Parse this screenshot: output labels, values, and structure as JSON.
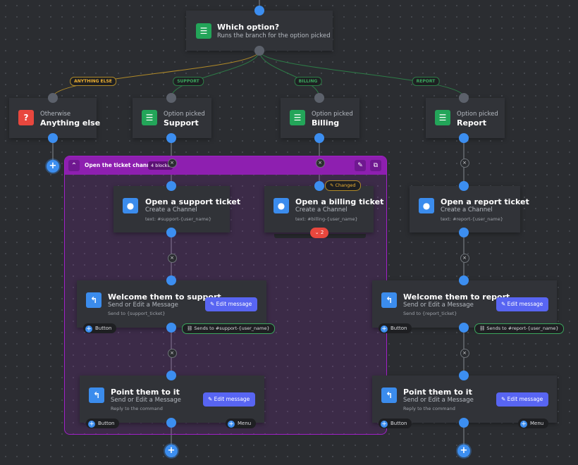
{
  "root": {
    "title": "Which option?",
    "subtitle": "Runs the branch for the option picked",
    "icon": "list-icon"
  },
  "branches": [
    {
      "tag": "ANYTHING ELSE",
      "sub": "Otherwise",
      "title": "Anything else",
      "icon": "question-icon"
    },
    {
      "tag": "SUPPORT",
      "sub": "Option picked",
      "title": "Support",
      "icon": "list-icon"
    },
    {
      "tag": "BILLING",
      "sub": "Option picked",
      "title": "Billing",
      "icon": "list-icon"
    },
    {
      "tag": "REPORT",
      "sub": "Option picked",
      "title": "Report",
      "icon": "list-icon"
    }
  ],
  "group": {
    "title": "Open the ticket channel",
    "count": "4 blocks",
    "color": "#8e1fb0"
  },
  "tickets": [
    {
      "title": "Open a support ticket",
      "sub": "Create a Channel",
      "detail": "text: #support-{user_name}"
    },
    {
      "title": "Open a billing ticket",
      "sub": "Create a Channel",
      "detail": "text: #billing-{user_name}",
      "badge": "Changed",
      "stack": "2"
    },
    {
      "title": "Open a report ticket",
      "sub": "Create a Channel",
      "detail": "text: #report-{user_name}"
    }
  ],
  "welcome": [
    {
      "title": "Welcome them to support",
      "sub": "Send or Edit a Message",
      "detail": "Send to {support_ticket}",
      "edit": "Edit message",
      "button": "Button",
      "sends": "Sends to #support-{user_name}"
    },
    {
      "title": "Welcome them to report",
      "sub": "Send or Edit a Message",
      "detail": "Send to {report_ticket}",
      "edit": "Edit message",
      "button": "Button",
      "sends": "Sends to #report-{user_name}"
    }
  ],
  "point": [
    {
      "title": "Point them to it",
      "sub": "Send or Edit a Message",
      "detail": "Reply to the command",
      "edit": "Edit message",
      "button": "Button",
      "menu": "Menu"
    },
    {
      "title": "Point them to it",
      "sub": "Send or Edit a Message",
      "detail": "Reply to the command",
      "edit": "Edit message",
      "button": "Button",
      "menu": "Menu"
    }
  ],
  "colors": {
    "accent": "#3c8ef0",
    "success": "#23a559",
    "danger": "#e8473e",
    "warning": "#f0b232",
    "blurple": "#5865f2"
  }
}
